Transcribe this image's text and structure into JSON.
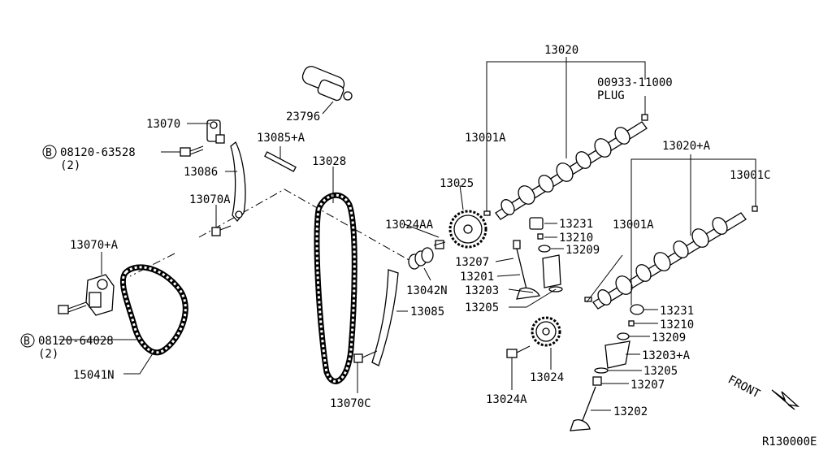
{
  "labels": {
    "p13020": "13020",
    "p00933": "00933-11000",
    "plug": "PLUG",
    "p13070": "13070",
    "p13085a": "13085+A",
    "p23796": "23796",
    "p13001a_top": "13001A",
    "p13020a": "13020+A",
    "bolt1_code": "08120-63528",
    "bolt1_qty": "(2)",
    "bolt_letter": "B",
    "p13086": "13086",
    "p13028": "13028",
    "p13001c": "13001C",
    "p13025": "13025",
    "p13070a": "13070A",
    "p13024aa": "13024AA",
    "p13231_top": "13231",
    "p13001a_right": "13001A",
    "p13210_top": "13210",
    "p13070pa": "13070+A",
    "p13209_top": "13209",
    "p13207_top": "13207",
    "p13042n": "13042N",
    "p13201": "13201",
    "p13203": "13203",
    "p13205_top": "13205",
    "p13231_bot": "13231",
    "bolt2_code": "08120-64028",
    "bolt2_qty": "(2)",
    "p13085": "13085",
    "p13210_bot": "13210",
    "p13209_bot": "13209",
    "p13203a": "13203+A",
    "p15041n": "15041N",
    "p13024": "13024",
    "p13205_bot": "13205",
    "p13207_bot": "13207",
    "front": "FRONT",
    "p13070c": "13070C",
    "p13024a": "13024A",
    "p13202": "13202",
    "ref": "R130000E"
  }
}
